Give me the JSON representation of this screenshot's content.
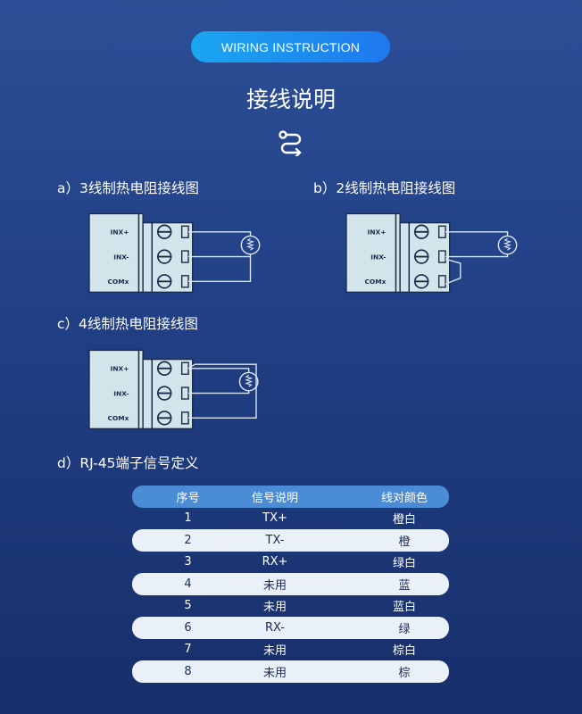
{
  "header": {
    "badge": "WIRING INSTRUCTION",
    "title": "接线说明",
    "icon": "route-icon"
  },
  "diagrams": [
    {
      "label": "a）3线制热电阻接线图",
      "type": "3-wire",
      "pins": [
        "INX+",
        "INX-",
        "COMx"
      ]
    },
    {
      "label": "b）2线制热电阻接线图",
      "type": "2-wire",
      "pins": [
        "INX+",
        "INX-",
        "COMx"
      ]
    },
    {
      "label": "c）4线制热电阻接线图",
      "type": "4-wire",
      "pins": [
        "INX+",
        "INX-",
        "COMx"
      ]
    }
  ],
  "rj45": {
    "label": "d）RJ-45端子信号定义",
    "headers": [
      "序号",
      "信号说明",
      "线对颜色"
    ],
    "rows": [
      [
        "1",
        "TX+",
        "橙白"
      ],
      [
        "2",
        "TX-",
        "橙"
      ],
      [
        "3",
        "RX+",
        "绿白"
      ],
      [
        "4",
        "未用",
        "蓝"
      ],
      [
        "5",
        "未用",
        "蓝白"
      ],
      [
        "6",
        "RX-",
        "绿"
      ],
      [
        "7",
        "未用",
        "棕白"
      ],
      [
        "8",
        "未用",
        "棕"
      ]
    ]
  },
  "colors": {
    "panel": "#d3e4ea",
    "wire": "#dbe7f5",
    "pill": "#1f8ff0",
    "header_row": "#4b8cd6"
  }
}
